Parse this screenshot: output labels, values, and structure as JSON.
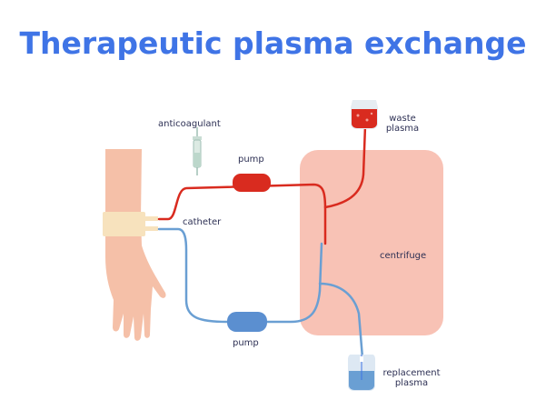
{
  "title": "Therapeutic plasma exchange",
  "labels": {
    "anticoagulant": "anticoagulant",
    "pump_top": "pump",
    "catheter": "catheter",
    "pump_bottom": "pump",
    "centrifuge": "centrifuge",
    "waste_line1": "waste",
    "waste_line2": "plasma",
    "replacement_line1": "replacement",
    "replacement_line2": "plasma"
  },
  "colors": {
    "title": "#3f74e6",
    "text": "#2d3054",
    "arterial_line": "#d92b1f",
    "venous_line": "#6a9fd3",
    "centrifuge_fill": "#f8c2b5",
    "skin": "#f5c0a8",
    "catheter_band": "#f7e2bd"
  },
  "icons": [
    "arm-icon",
    "syringe-icon",
    "waste-bag-icon",
    "replacement-bag-icon"
  ]
}
